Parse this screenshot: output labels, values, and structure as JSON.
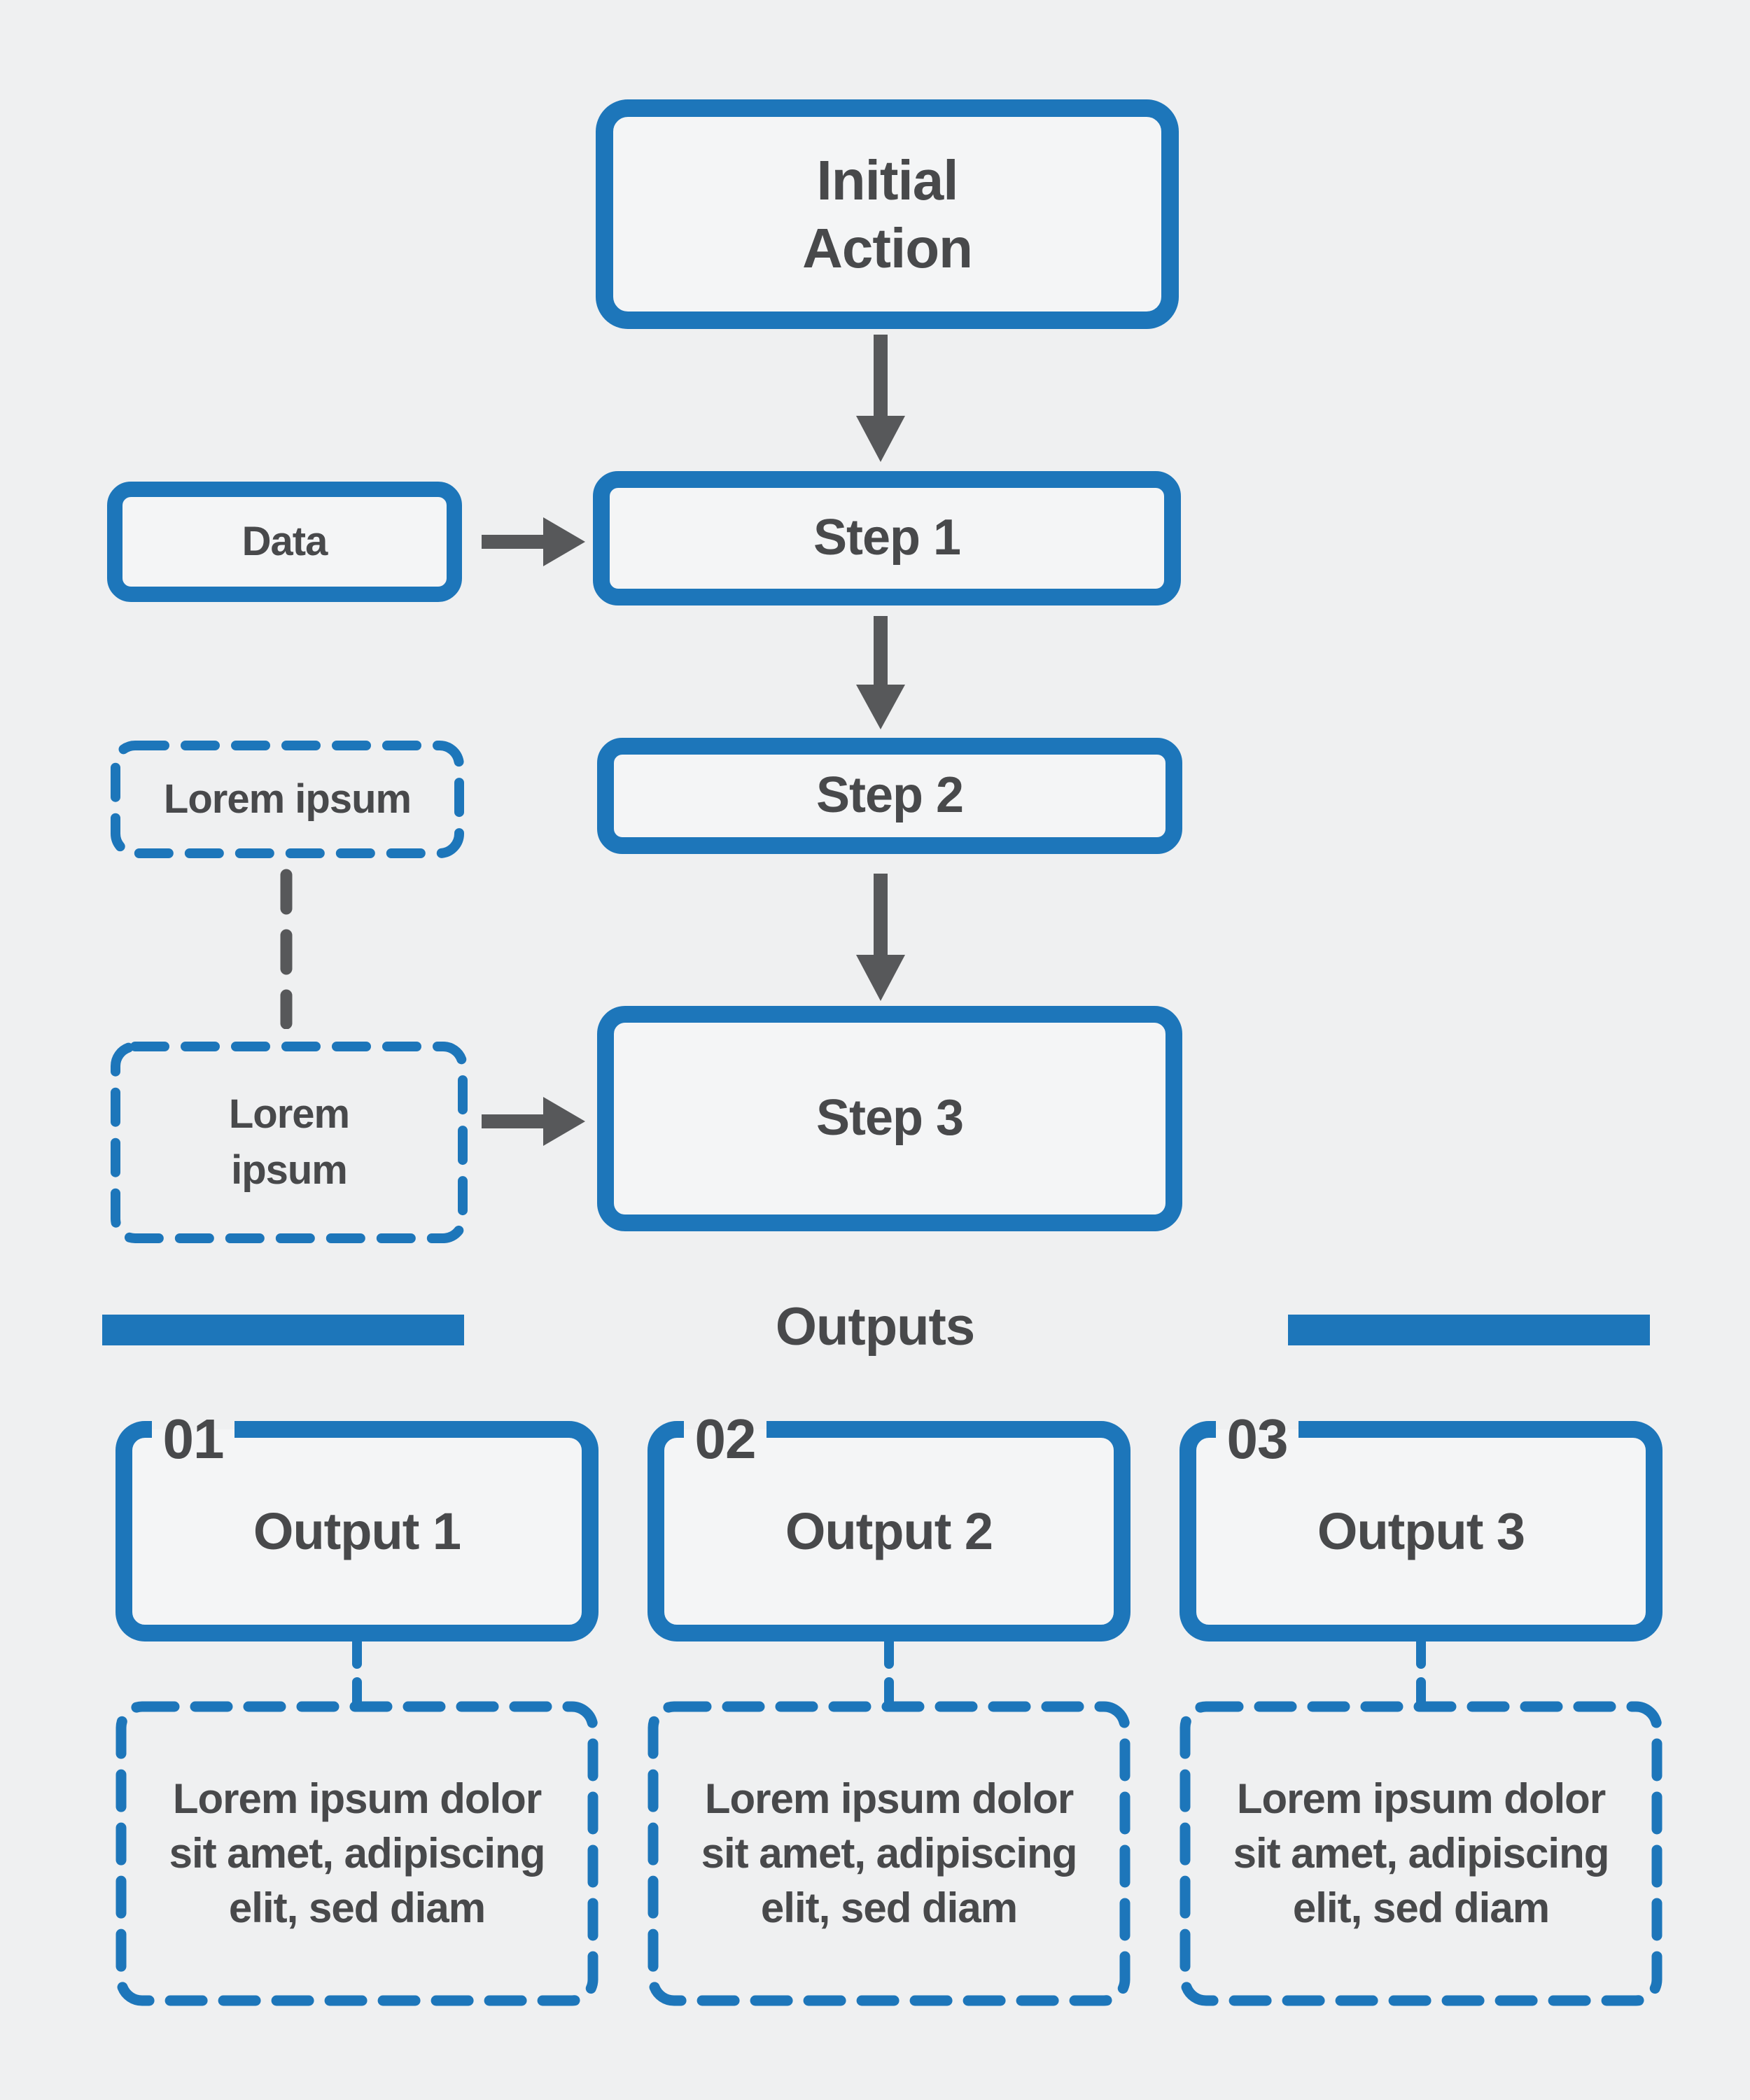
{
  "palette": {
    "blue": "#1d76ba",
    "text_dark": "#48494b",
    "arrow_gray": "#57585a",
    "background": "#eff0f1",
    "box_fill": "#f4f5f6"
  },
  "flow": {
    "initial_action": {
      "lines": [
        "Initial",
        "Action"
      ]
    },
    "data_input": {
      "label": "Data"
    },
    "steps": [
      {
        "label": "Step 1"
      },
      {
        "label": "Step 2"
      },
      {
        "label": "Step 3"
      }
    ],
    "note_top": {
      "label": "Lorem ipsum"
    },
    "note_bottom": {
      "lines": [
        "Lorem",
        "ipsum"
      ]
    }
  },
  "outputs_section": {
    "title": "Outputs",
    "items": [
      {
        "number": "01",
        "label": "Output 1",
        "description": "Lorem ipsum dolor sit amet, adipiscing elit, sed diam"
      },
      {
        "number": "02",
        "label": "Output 2",
        "description": "Lorem ipsum dolor sit amet, adipiscing elit, sed diam"
      },
      {
        "number": "03",
        "label": "Output 3",
        "description": "Lorem ipsum dolor sit amet, adipiscing elit, sed diam"
      }
    ]
  }
}
